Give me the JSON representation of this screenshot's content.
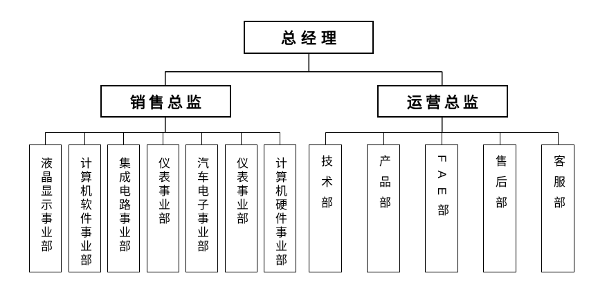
{
  "org_chart": {
    "root": {
      "label": "总经理"
    },
    "directors": {
      "sales": {
        "label": "销售总监"
      },
      "operations": {
        "label": "运营总监"
      }
    },
    "sales_departments": [
      "液晶显示事业部",
      "计算机软件事业部",
      "集成电路事业部",
      "仪表事业部",
      "汽车电子事业部",
      "仪表事业部",
      "计算机硬件事业部"
    ],
    "operations_departments": [
      "技术部",
      "产品部",
      "FAE部",
      "售后部",
      "客服部"
    ],
    "colors": {
      "background": "#ffffff",
      "box_border": "#000000",
      "connector_line": "#000000",
      "text": "#000000"
    }
  }
}
